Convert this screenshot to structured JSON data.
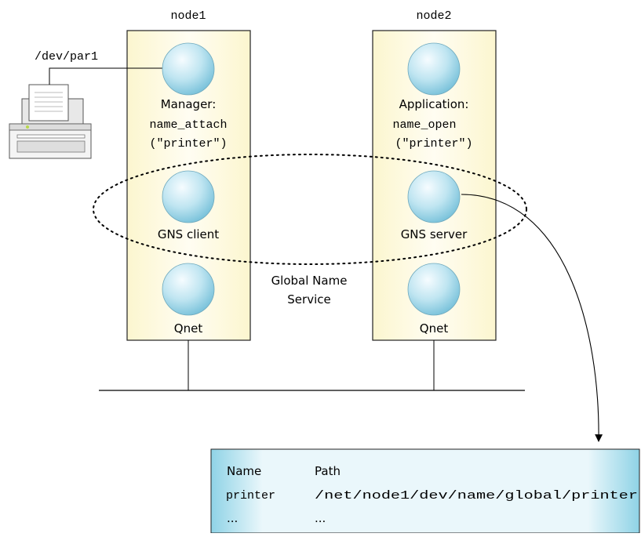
{
  "nodes": [
    {
      "name": "node1",
      "processes": [
        {
          "label": "Manager:",
          "code_line1": "name_attach",
          "code_line2": "(\"printer\")"
        },
        {
          "label": "GNS client"
        },
        {
          "label": "Qnet"
        }
      ]
    },
    {
      "name": "node2",
      "processes": [
        {
          "label": "Application:",
          "code_line1": "name_open",
          "code_line2": "(\"printer\")"
        },
        {
          "label": "GNS server"
        },
        {
          "label": "Qnet"
        }
      ]
    }
  ],
  "device_label": "/dev/par1",
  "gns_label_line1": "Global Name",
  "gns_label_line2": "Service",
  "table": {
    "headers": [
      "Name",
      "Path"
    ],
    "rows": [
      [
        "printer",
        "/net/node1/dev/name/global/printer"
      ],
      [
        "...",
        "..."
      ]
    ]
  },
  "icons": [
    "printer-icon",
    "process-sphere-icon"
  ],
  "colors": {
    "node_fill": "#fdf8d8",
    "sphere_light": "#f2fbff",
    "sphere_dark": "#7fc6de",
    "table_blue": "#8fd3e6"
  }
}
